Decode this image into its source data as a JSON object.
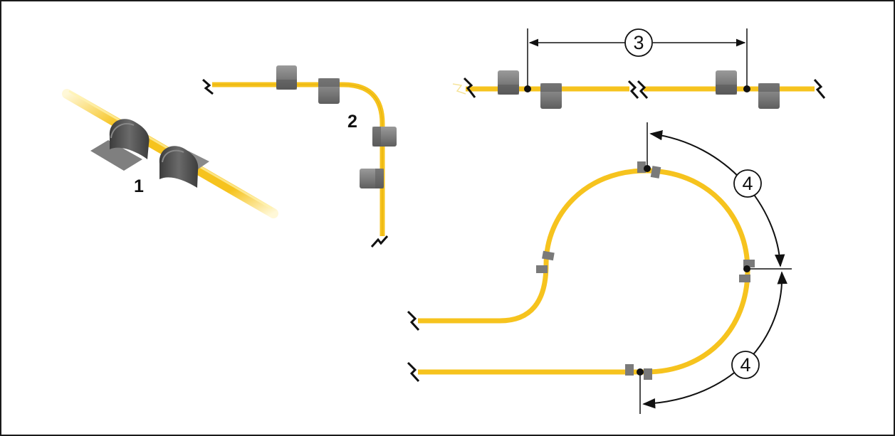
{
  "diagram": {
    "labels": {
      "clip_detail": "1",
      "bend": "2",
      "straight_spacing": "3",
      "loop_spacing_top": "4",
      "loop_spacing_bottom": "4"
    },
    "colors": {
      "cable": "#f6c31e",
      "cable_edge": "#d9a600",
      "clip": "#8c8c8c",
      "clip_dark": "#4f4f4f",
      "line": "#111111",
      "border": "#1a1a1a"
    }
  }
}
